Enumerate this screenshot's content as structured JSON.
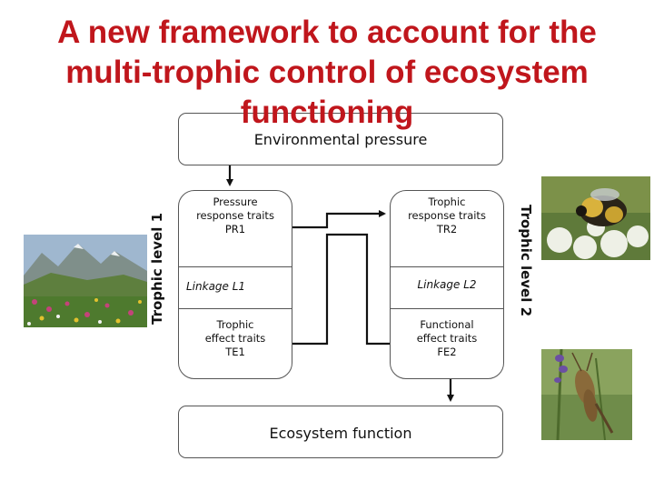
{
  "title": "A new framework to account for the multi-trophic control of ecosystem functioning",
  "environmental_pressure": "Environmental pressure",
  "ecosystem_function": "Ecosystem function",
  "trophic_level_1": "Trophic level 1",
  "trophic_level_2": "Trophic level 2",
  "column_1": {
    "response": "Pressure\nresponse traits\nPR1",
    "linkage": "Linkage L1",
    "effect": "Trophic\neffect traits\nTE1"
  },
  "column_2": {
    "response": "Trophic\nresponse traits\nTR2",
    "linkage": "Linkage L2",
    "effect": "Functional\neffect traits\nFE2"
  },
  "images": [
    "mountain-meadow-photo",
    "bumblebee-on-flowers-photo",
    "grasshopper-on-plant-photo"
  ]
}
